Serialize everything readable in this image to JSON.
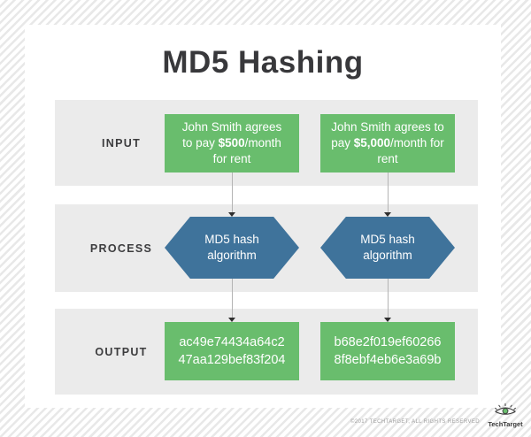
{
  "title": "MD5 Hashing",
  "rows": [
    {
      "label": "INPUT"
    },
    {
      "label": "PROCESS"
    },
    {
      "label": "OUTPUT"
    }
  ],
  "inputs": [
    {
      "pre": "John Smith agrees to pay ",
      "amount": "$500",
      "post": "/month for rent"
    },
    {
      "pre": "John Smith agrees to pay ",
      "amount": "$5,000",
      "post": "/month for rent"
    }
  ],
  "process": [
    {
      "label": "MD5 hash algorithm"
    },
    {
      "label": "MD5 hash algorithm"
    }
  ],
  "outputs": [
    {
      "line1": "ac49e74434a64c2",
      "line2": "47aa129bef83f204"
    },
    {
      "line1": "b68e2f019ef60266",
      "line2": "8f8ebf4eb6e3a69b"
    }
  ],
  "footer": {
    "copyright": "©2017 TECHTARGET, ALL RIGHTS RESERVED",
    "logo_text": "TechTarget"
  },
  "colors": {
    "green": "#69bd6d",
    "blue": "#3f739b",
    "row_bg": "#ebebeb",
    "title_color": "#38383b"
  }
}
